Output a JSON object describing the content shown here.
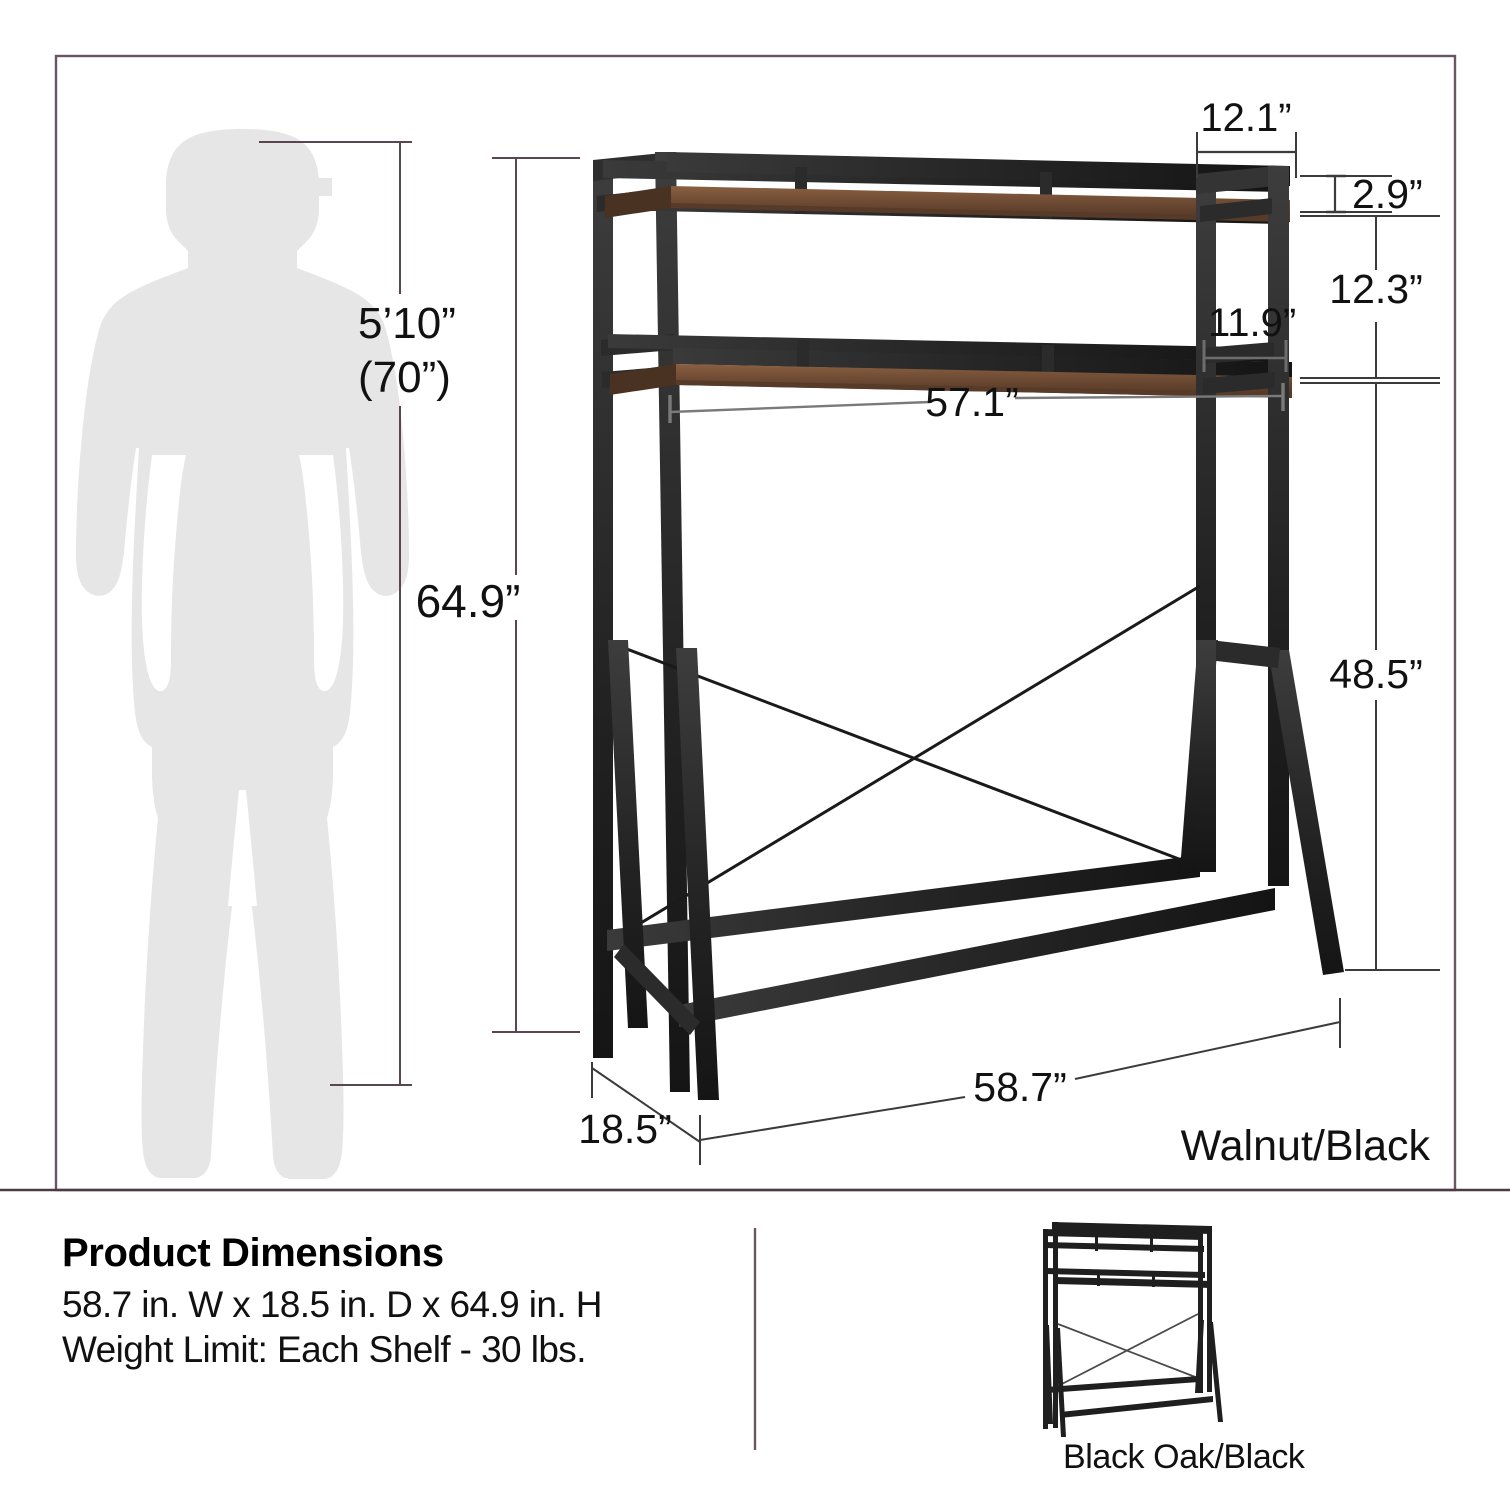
{
  "diagram": {
    "border_color": "#6b5560",
    "frame_color": "#2b2b2b",
    "shelf_color": "#6d4a33",
    "silhouette_color": "#e6e6e6",
    "dimension_line_color": "#5a4550"
  },
  "human_scale": {
    "name": "human-silhouette",
    "height_feet_inches": "5’10”",
    "height_inches": "(70”)"
  },
  "dimensions": {
    "top_shelf_depth": "12.1”",
    "top_rail_height": "2.9”",
    "upper_gap_height": "12.3”",
    "lower_shelf_depth": "11.9”",
    "shelf_inner_width": "57.1”",
    "total_height": "64.9”",
    "clearance_height": "48.5”",
    "overall_width": "58.7”",
    "overall_depth": "18.5”"
  },
  "finish": {
    "primary_label": "Walnut/Black",
    "alternate_label": "Black Oak/Black"
  },
  "footer": {
    "title": "Product Dimensions",
    "size_line": "58.7 in. W x 18.5 in. D x 64.9 in. H",
    "weight_line": "Weight Limit: Each Shelf - 30 lbs."
  }
}
